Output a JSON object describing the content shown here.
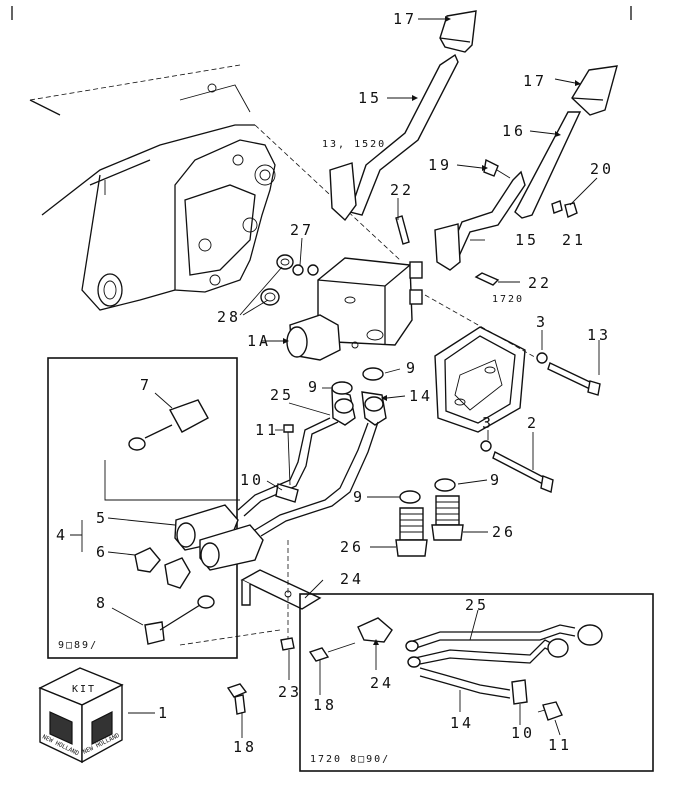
{
  "callouts": {
    "c17a": "17",
    "c17b": "17",
    "c15a": "15",
    "c15b": "15",
    "c16": "16",
    "c19": "19",
    "c20": "20",
    "c21": "21",
    "c22a": "22",
    "c22b": "22",
    "c27": "27",
    "c28": "28",
    "c1a": "1A",
    "c3a": "3",
    "c3b": "3",
    "c13": "13",
    "c9a": "9",
    "c9b": "9",
    "c9c": "9",
    "c9d": "9",
    "c14a": "14",
    "c25a": "25",
    "c11a": "11",
    "c10a": "10",
    "c26a": "26",
    "c26b": "26",
    "c2": "2",
    "c7": "7",
    "c4": "4",
    "c5": "5",
    "c6": "6",
    "c8": "8",
    "c24a": "24",
    "c23": "23",
    "c18a": "18",
    "c1": "1",
    "c25b": "25",
    "c24b": "24",
    "c18b": "18",
    "c14b": "14",
    "c10b": "10",
    "c11b": "11"
  },
  "notes": {
    "models_a": "13, 1520",
    "models_b": "1720",
    "inset_left_code": "9□89/",
    "inset_right_code": "1720  8□90/"
  },
  "kit_box": {
    "kit_label": "KIT",
    "brand_left": "NEW HOLLAND",
    "brand_right": "NEW HOLLAND"
  }
}
